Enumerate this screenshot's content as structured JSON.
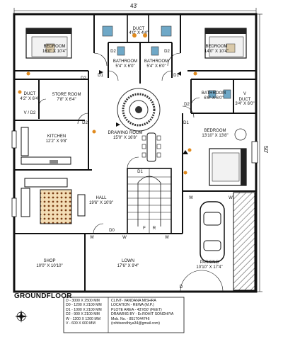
{
  "overall_width": "43'",
  "overall_depth": "50'",
  "rooms": [
    {
      "id": "bed1",
      "name": "BEDROOM",
      "size": "16'0\" X 10'4\""
    },
    {
      "id": "duct_top",
      "name": "DUCT",
      "size": "4'0\" X 4'4\""
    },
    {
      "id": "bed2",
      "name": "BEDROOM",
      "size": "14'0\" X 10'4\""
    },
    {
      "id": "bath1",
      "name": "BATHROOM",
      "size": "5'4\" X 6'0\""
    },
    {
      "id": "bath2",
      "name": "BATHROOM",
      "size": "5'4\" X 6'0\""
    },
    {
      "id": "duct_left",
      "name": "DUCT",
      "size": "4'2\" X 6'4\""
    },
    {
      "id": "store",
      "name": "STORE ROOM",
      "size": "7'8\" X 6'4\""
    },
    {
      "id": "bath3",
      "name": "BATHROOM",
      "size": "6'6\" X 6'0\""
    },
    {
      "id": "duct_right",
      "name": "DUCT",
      "size": "3'4\" X 6'0\""
    },
    {
      "id": "drawing",
      "name": "DRAWING ROOM",
      "size": "15'0\" X 16'8\""
    },
    {
      "id": "kitchen",
      "name": "KITCHEN",
      "size": "12'2\" X 9'8\""
    },
    {
      "id": "bed3",
      "name": "BEDROOM",
      "size": "13'10\" X 13'8\""
    },
    {
      "id": "hall",
      "name": "HALL",
      "size": "19'6\" X 10'8\""
    },
    {
      "id": "shop",
      "name": "SHOP",
      "size": "10'0\" X 10'10\""
    },
    {
      "id": "lawn",
      "name": "LOWN",
      "size": "17'6\" X 9'4\""
    },
    {
      "id": "parking",
      "name": "PARKING",
      "size": "10'10\" X 17'4\""
    }
  ],
  "door_tags": {
    "d1": "D1",
    "d2": "D2",
    "d0": "D0",
    "d": "D",
    "w": "W",
    "v": "V",
    "v_d2": "V / D2",
    "f": "F",
    "r": "R"
  },
  "title": "GROUNDFLOOR",
  "legend": [
    "D  - 3000 X 2500 MM",
    "D0 - 1200 X 2100 MM",
    "D1 - 1000 X 2100 MM",
    "D2 - 900 X 2100 MM",
    "W  - 1200 X 1200 MM",
    "V  - 600 X 600 MM"
  ],
  "info": [
    "CLINT- VANDANA MISHRA",
    "LOCATION - REWA (M.P.)",
    "PLOTE AREA - 43'X50' (FEET)",
    "DRAWING BY - Er.ROHIT SONDHIYA",
    "Mob. No.              - 8517044746",
    "(rohitsondhiya34@gmail.com)"
  ],
  "colors": {
    "wall": "#111111",
    "tile": "#6fa8c7",
    "accent": "#e08a1e",
    "hatch": "#444444",
    "stone": "#888888"
  }
}
